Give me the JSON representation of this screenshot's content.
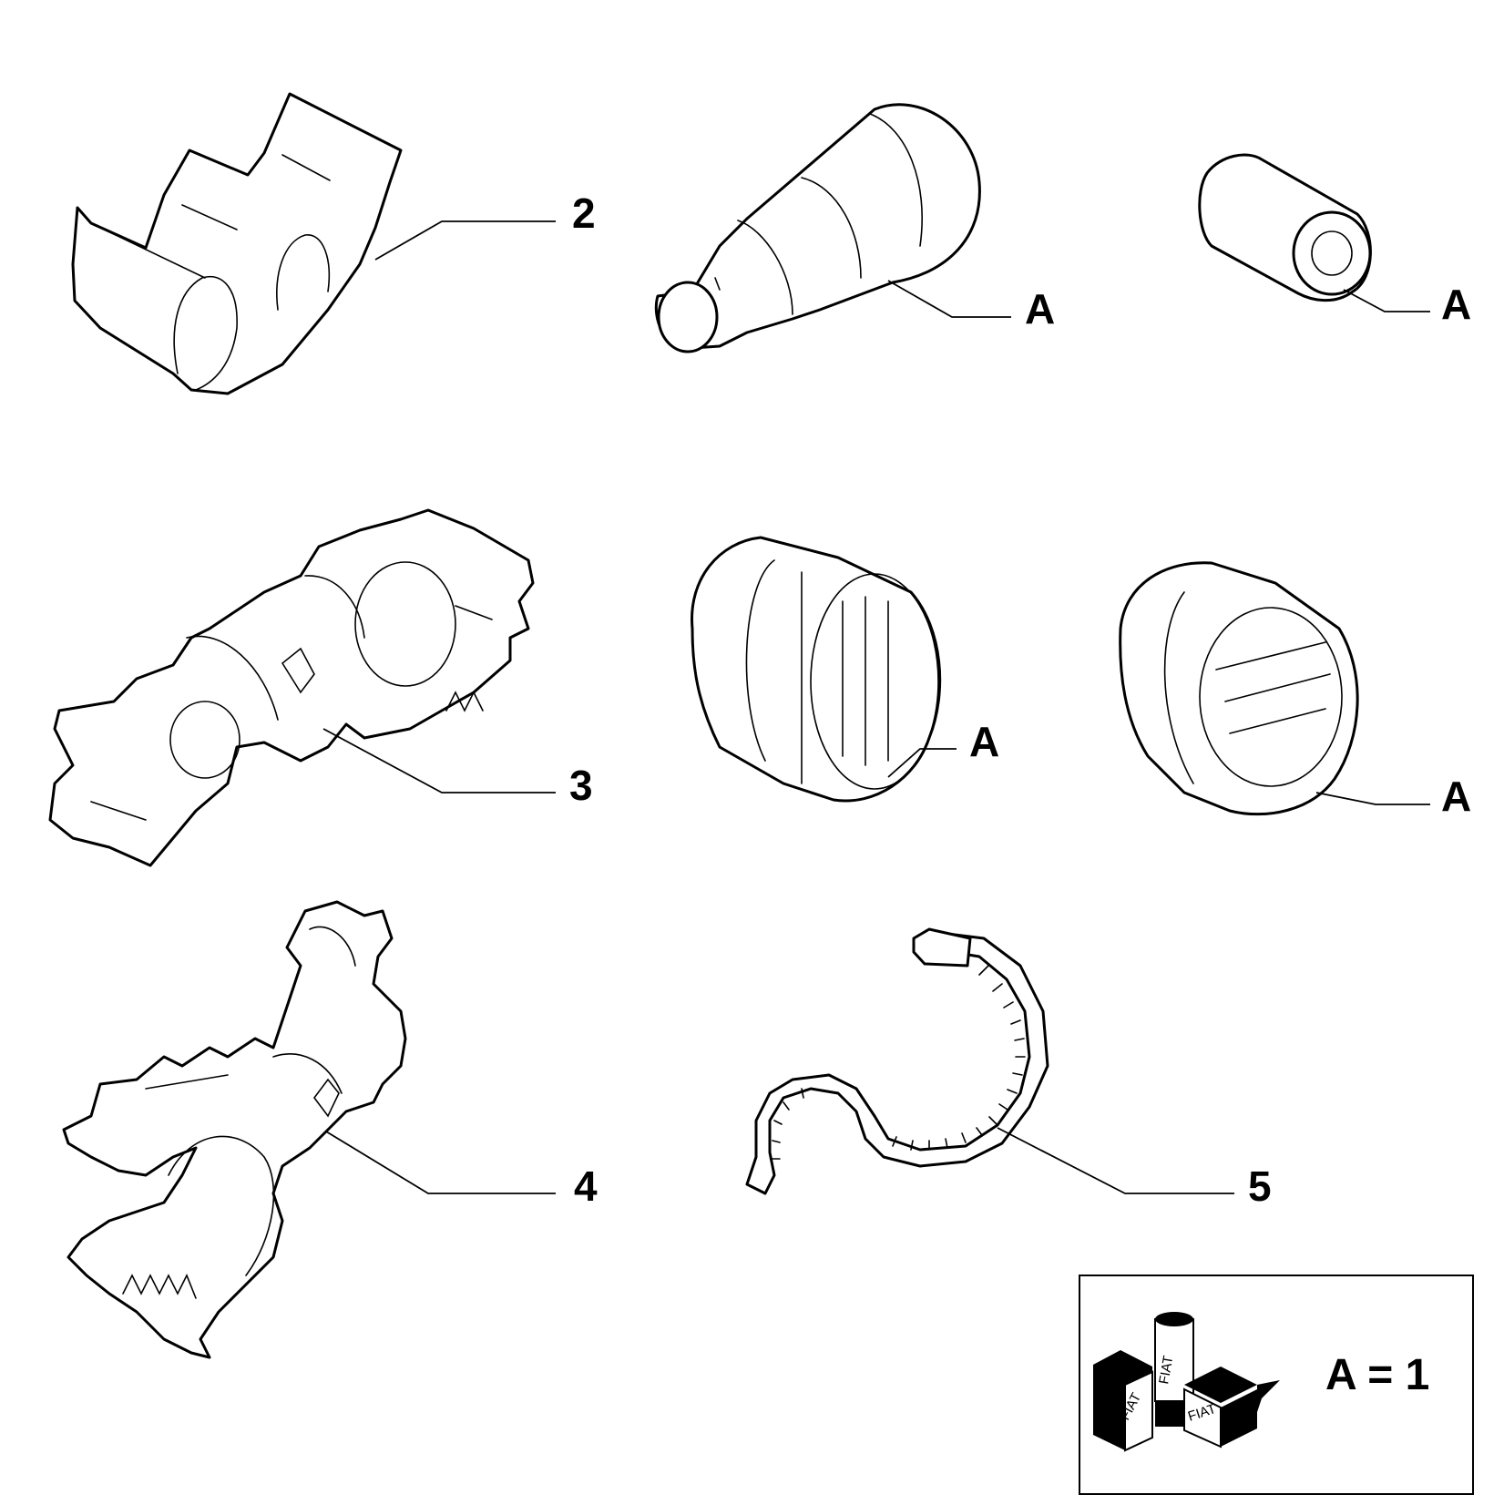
{
  "callouts": {
    "part_2": "2",
    "part_3": "3",
    "part_4": "4",
    "part_5": "5",
    "sleeve_large": "A",
    "sleeve_small": "A",
    "cap_vertical": "A",
    "cap_diagonal": "A"
  },
  "legend": {
    "text": "A = 1",
    "logo_label_1": "FIAT",
    "logo_label_2": "FIAT",
    "logo_label_3": "FIAT"
  }
}
